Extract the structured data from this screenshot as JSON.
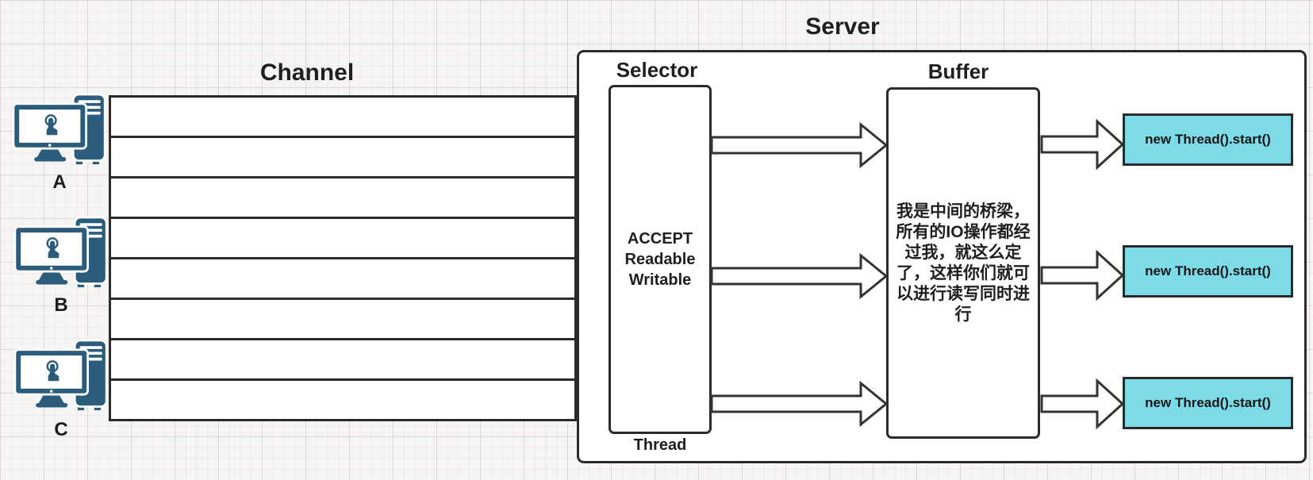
{
  "channel": {
    "title": "Channel",
    "lane_count": 8
  },
  "clients": [
    {
      "label": "A"
    },
    {
      "label": "B"
    },
    {
      "label": "C"
    }
  ],
  "server": {
    "title": "Server",
    "selector": {
      "title": "Selector",
      "events_text": "ACCEPT\nReadable\nWritable",
      "thread_label": "Thread"
    },
    "buffer": {
      "title": "Buffer",
      "note_text": "我是中间的桥梁，\n所有的IO操作都经\n过我，就这么定\n了，这样你们就可\n以进行读写同时进\n行"
    }
  },
  "thread_boxes": [
    {
      "label": "new Thread().start()"
    },
    {
      "label": "new Thread().start()"
    },
    {
      "label": "new Thread().start()"
    }
  ],
  "icons": {
    "client": "desktop-computer-touch-icon"
  },
  "colors": {
    "thread_box_fill": "#7cdbe7",
    "client_icon_blue": "#2c5c7c",
    "stroke_dark": "#2b2b2b",
    "arrow_stroke": "#333333",
    "paper": "#f7f5f4"
  }
}
